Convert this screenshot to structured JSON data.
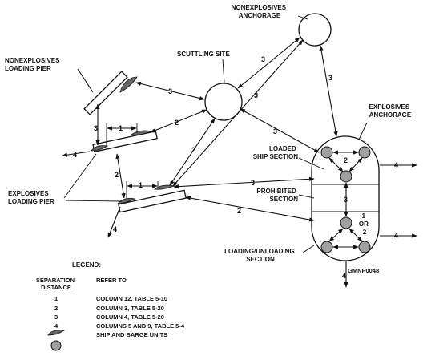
{
  "labels": {
    "nonexplosives_anchorage": [
      "NONEXPLOSIVES",
      "ANCHORAGE"
    ],
    "scuttling_site": "SCUTTLING SITE",
    "nonexplosives_loading_pier": [
      "NONEXPLOSIVES",
      "LOADING PIER"
    ],
    "explosives_anchorage": [
      "EXPLOSIVES",
      "ANCHORAGE"
    ],
    "loaded_ship_section": [
      "LOADED",
      "SHIP SECTION"
    ],
    "prohibited_section": [
      "PROHIBITED",
      "SECTION"
    ],
    "explosives_loading_pier": [
      "EXPLOSIVES",
      "LOADING PIER"
    ],
    "loading_unloading_section": [
      "LOADING/UNLOADING",
      "SECTION"
    ],
    "or_note": [
      "1",
      "OR",
      "2"
    ],
    "figure_code": "GMNP0048"
  },
  "distances": {
    "d1": "1",
    "d2": "2",
    "d3": "3",
    "d4": "4"
  },
  "legend": {
    "title": "LEGEND:",
    "col1_header": [
      "SEPARATION",
      "DISTANCE"
    ],
    "col2_header": "REFER TO",
    "rows": [
      {
        "key": "1",
        "ref": "COLUMN 12, TABLE 5-10"
      },
      {
        "key": "2",
        "ref": "COLUMN 3, TABLE 5-20"
      },
      {
        "key": "3",
        "ref": "COLUMN 4, TABLE 5-20"
      },
      {
        "key": "4",
        "ref": "COLUMNS 5 AND 9, TABLE 5-4"
      }
    ],
    "units_label": "SHIP AND BARGE UNITS"
  },
  "colors": {
    "ship_fill": "#666666",
    "barge_fill": "#a0a0a0",
    "ink": "#111111"
  }
}
